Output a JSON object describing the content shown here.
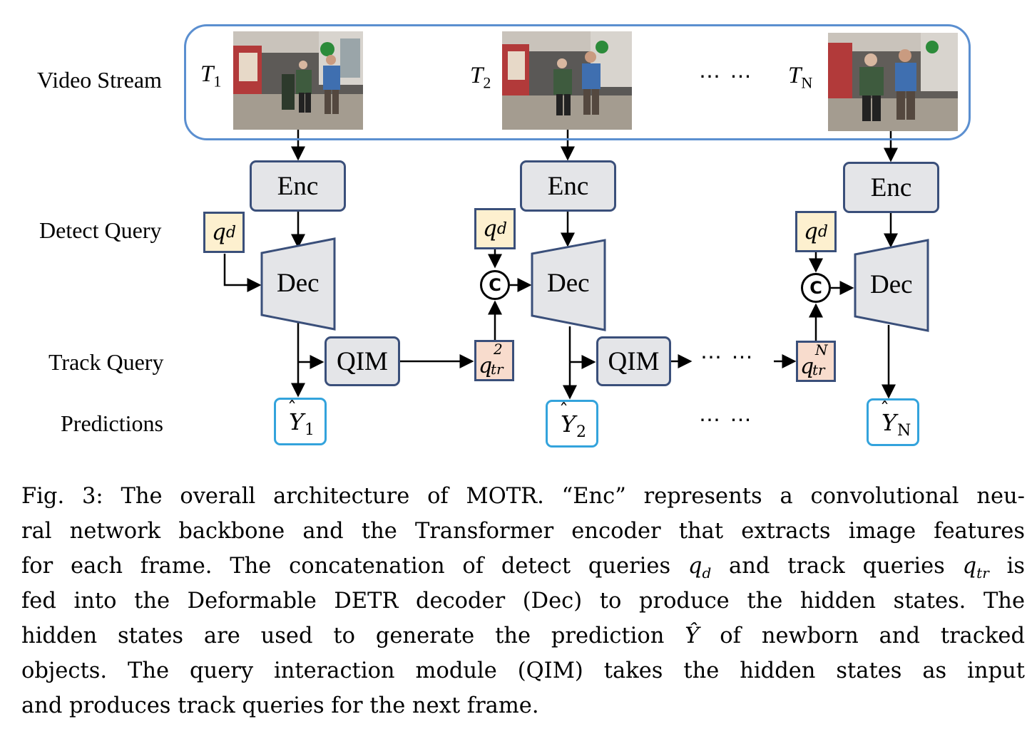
{
  "row_labels": {
    "video_stream": "Video Stream",
    "detect_query": "Detect Query",
    "track_query": "Track Query",
    "predictions": "Predictions"
  },
  "frames": [
    {
      "label": "T",
      "sub": "1"
    },
    {
      "label": "T",
      "sub": "2"
    },
    {
      "label": "T",
      "sub": "N"
    }
  ],
  "ellipsis": "⋯ ⋯",
  "encoder_label": "Enc",
  "decoder_label": "Dec",
  "qim_label": "QIM",
  "detect_query_symbol": {
    "base": "q",
    "sub": "d"
  },
  "track_query_symbols": [
    {
      "base": "q",
      "sub": "tr",
      "sup": "2"
    },
    {
      "base": "q",
      "sub": "tr",
      "sup": "N"
    }
  ],
  "concat_symbol": "C",
  "predictions": [
    {
      "base": "Y",
      "hat": "ˆ",
      "sub": "1"
    },
    {
      "base": "Y",
      "hat": "ˆ",
      "sub": "2"
    },
    {
      "base": "Y",
      "hat": "ˆ",
      "sub": "N"
    }
  ],
  "caption": {
    "lines": [
      "Fig. 3: The overall architecture of MOTR. “Enc” represents a convolutional neu-",
      "ral network backbone and the Transformer encoder that extracts image features",
      "fed into the Deformable DETR decoder (Dec) to produce the hidden states. The",
      "objects. The query interaction module (QIM) takes the hidden states as input",
      "and produces track queries for the next frame."
    ],
    "line3": {
      "a": "for each frame. The concatenation of detect queries ",
      "qd_base": "q",
      "qd_sub": "d",
      "b": " and track queries ",
      "qtr_base": "q",
      "qtr_sub": "tr",
      "c": " is"
    },
    "line5": {
      "a": "hidden states are used to generate the prediction ",
      "y": "Ŷ",
      "b": " of newborn and tracked"
    }
  },
  "colors": {
    "stream_border": "#5b8fd0",
    "block_border": "#3a4f7a",
    "block_fill": "#e4e5e8",
    "detect_query_fill": "#fdf0cf",
    "track_query_fill": "#f8dccd",
    "prediction_border": "#33a3dc"
  }
}
